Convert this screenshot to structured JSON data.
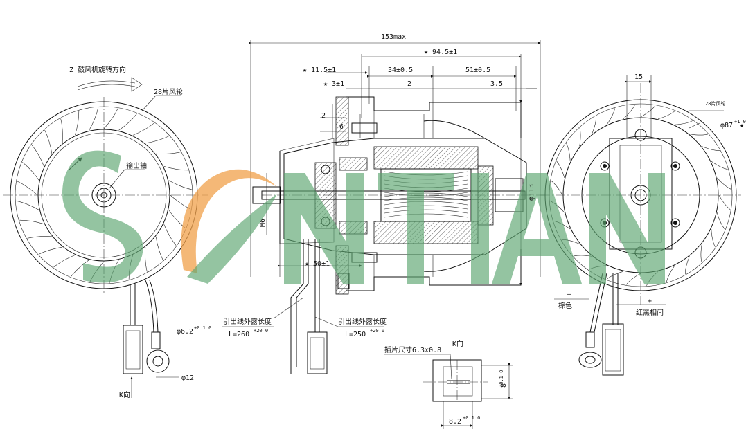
{
  "watermark": {
    "text": "SONTIAN",
    "color": "#5aa56e",
    "accent": "#f0a04a"
  },
  "dimensions": {
    "overall": "153max",
    "d94": "★ 94.5±1",
    "d11": "★ 11.5±1",
    "d34": "34±0.5",
    "d51": "51±0.5",
    "d3": "★ 3±1",
    "d2a": "2",
    "d35": "3.5",
    "d2b": "2",
    "d6": "6",
    "dia113": "φ113",
    "m6": "M6",
    "d50": "★ 50±1",
    "d15": "15",
    "dia87": "φ87",
    "tol87": "+1 0",
    "star": "★",
    "dia62": "φ6.2",
    "tol62": "+0.1 0",
    "dia12": "φ12",
    "d8": "8",
    "tol8": "+0.1 0",
    "d82": "8.2",
    "tol82": "+0.1 0"
  },
  "notes": {
    "rotation": "Z 鼓风机旋转方向",
    "impeller_left": "28片风轮",
    "impeller_right": "28片风轮",
    "output_shaft": "输出轴",
    "lead1": "引出线外露长度",
    "lead1_len": "L=260",
    "lead1_tol": "+20 0",
    "lead2": "引出线外露长度",
    "lead2_len": "L=250",
    "lead2_tol": "+20 0",
    "terminal": "插片尺寸6.3x0.8",
    "view_k_top": "K向",
    "view_k_left": "K向",
    "brown": "棕色",
    "red_black": "红黑相间",
    "minus": "—",
    "plus": "+"
  }
}
